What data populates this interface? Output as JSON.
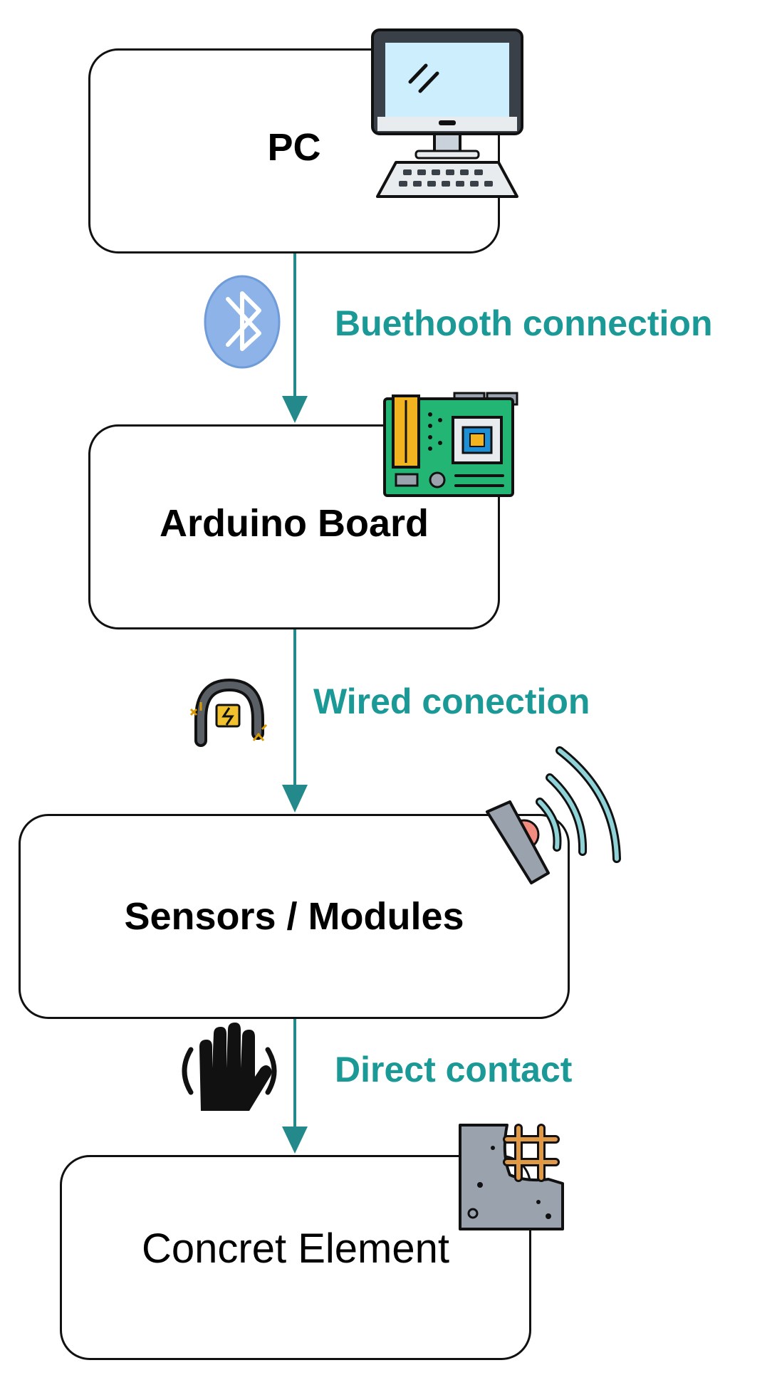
{
  "nodes": {
    "pc": "PC",
    "arduino": "Arduino Board",
    "sensors": "Sensors / Modules",
    "concrete": "Concret Element"
  },
  "edges": {
    "bluetooth": "Buethooth connection",
    "wired": "Wired conection",
    "contact": "Direct contact"
  },
  "colors": {
    "arrow": "#23898a",
    "edge_label": "#1a9996",
    "bluetooth_badge": "#8db3e8",
    "board": "#22b573"
  }
}
